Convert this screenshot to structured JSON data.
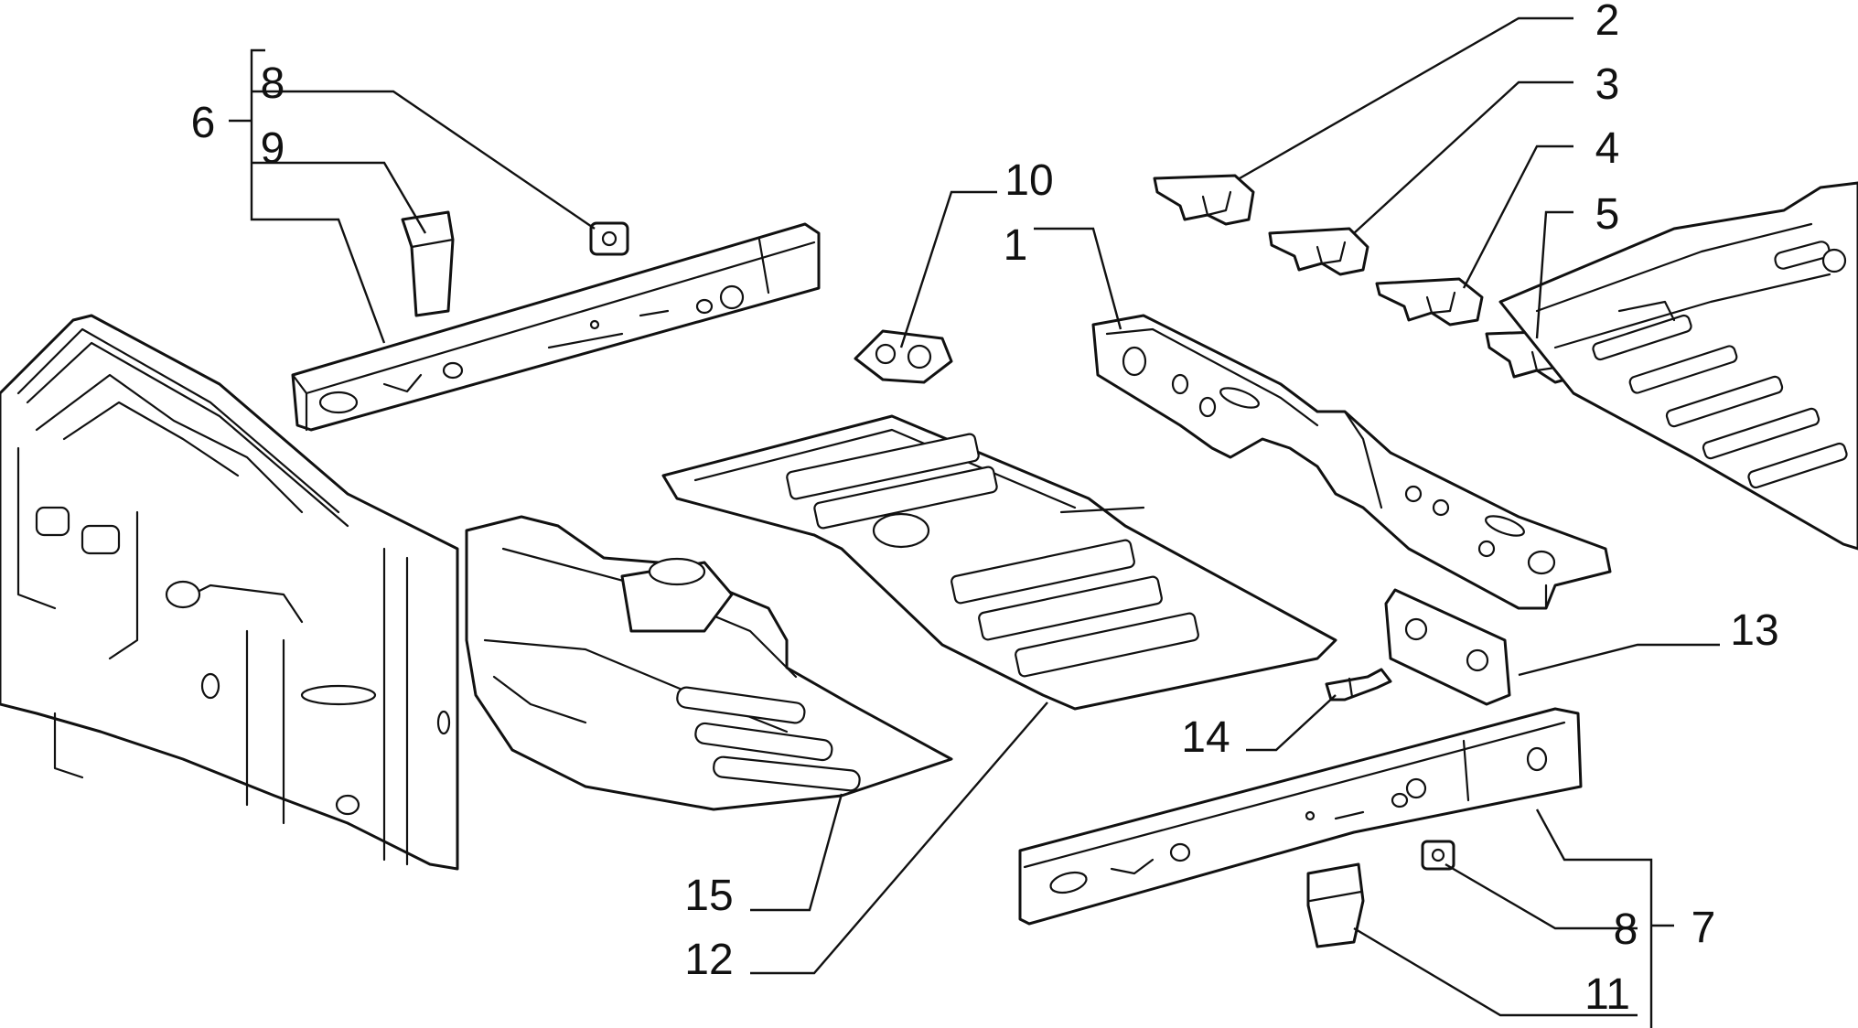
{
  "diagram": {
    "style": "exploded parts diagram, black line art on white",
    "callouts": {
      "c1": "1",
      "c2": "2",
      "c3": "3",
      "c4": "4",
      "c5": "5",
      "c6": "6",
      "c7": "7",
      "c8_top": "8",
      "c8_bottom": "8",
      "c9": "9",
      "c10": "10",
      "c11": "11",
      "c12": "12",
      "c13": "13",
      "c14": "14",
      "c15": "15"
    },
    "colors": {
      "line": "#111111",
      "background": "#ffffff"
    }
  }
}
